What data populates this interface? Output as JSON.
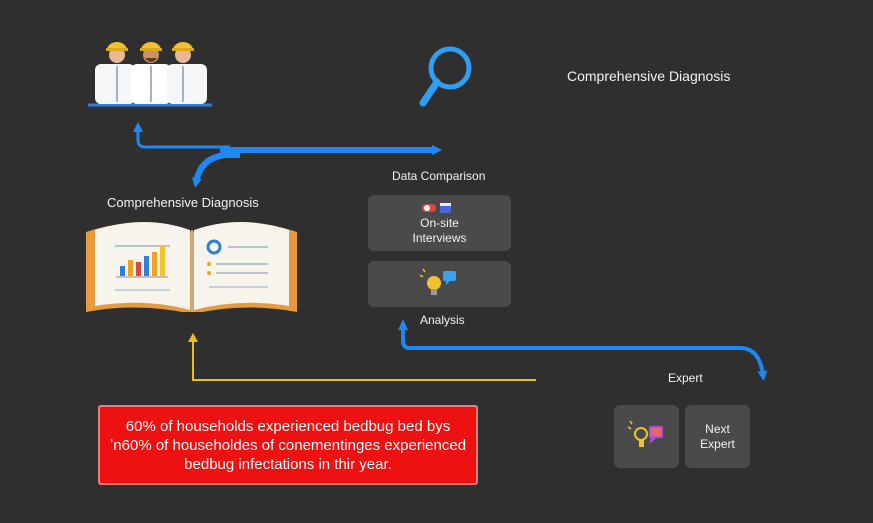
{
  "top_title": "Comprehensive Diagnosis",
  "book_title": "Comprehensive Diagnosis",
  "data_comparison": "Data Comparison",
  "interviews_box": {
    "line1": "On-site",
    "line2": "Interviews"
  },
  "analysis_label": "Analysis",
  "expert_label": "Expert",
  "next_box": {
    "line1": "Next",
    "line2": "Expert"
  },
  "alert": {
    "line1": "60% of households experienced bedbug bed bys",
    "line2": "ʼn60% of householdes of conementinges experienced",
    "line3": "bedbug infectations in thir year."
  },
  "colors": {
    "background": "#2f2f2f",
    "arrow_blue": "#1e88f5",
    "arrow_yellow": "#e9c11b",
    "alert_red": "#ee1111",
    "box_gray": "#4a4a4a"
  },
  "icons": [
    "workers-icon",
    "magnifier-icon",
    "book-icon",
    "bar-chart-icon",
    "toggle-icon",
    "calendar-icon",
    "lightbulb-icon",
    "chat-icon"
  ]
}
